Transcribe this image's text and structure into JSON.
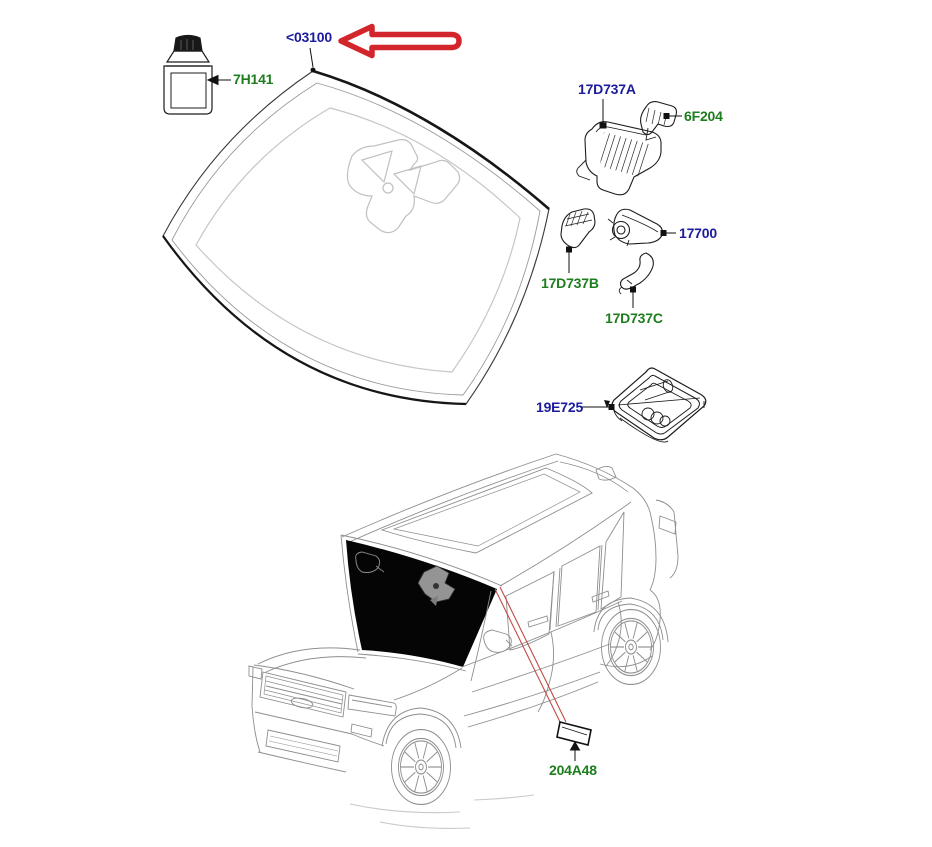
{
  "diagram": {
    "type": "vehicle-parts-diagram",
    "subject": "Windscreen and interior mirror components with SUV location view",
    "colors": {
      "callout_navy": "#1b1b9e",
      "callout_green": "#1e7d1e",
      "annotation_red": "#d2262c",
      "red_leader": "#bf4b47",
      "car_line_art": "#8e8e8e",
      "part_line_art": "#1c1c1c"
    },
    "parts": {
      "windscreen": {
        "code": "<03100"
      },
      "adhesive_kit": {
        "code": "7H141"
      },
      "camera_cover": {
        "code": "17D737A"
      },
      "camera_bracket": {
        "code": "6F204"
      },
      "interior_mirror": {
        "code": "17700"
      },
      "mirror_base_cover": {
        "code": "17D737B"
      },
      "mirror_arm_cover": {
        "code": "17D737C"
      },
      "rain_light_sensor": {
        "code": "19E725"
      },
      "windscreen_label": {
        "code": "204A48"
      }
    }
  }
}
